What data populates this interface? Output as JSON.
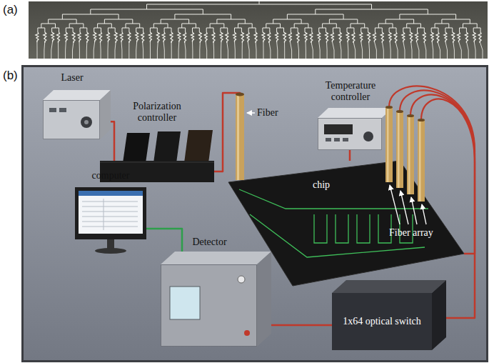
{
  "diagram": {
    "nodes": [
      {
        "text": [
          "Laser"
        ]
      },
      {
        "text": [
          "Polarization controller"
        ]
      },
      {
        "text": [
          "Temperature controller"
        ]
      },
      {
        "text": [
          "chip"
        ]
      },
      {
        "text": [
          "computer"
        ]
      },
      {
        "text": [
          "Detector"
        ]
      },
      {
        "text": [
          "1x64 optical switch"
        ]
      }
    ],
    "edges": [
      {
        "from": 0,
        "to": 1,
        "arrow": "none"
      },
      {
        "from": 1,
        "to": 3,
        "arrow": "none"
      },
      {
        "from": 2,
        "to": 3,
        "arrow": "none"
      },
      {
        "from": 3,
        "to": 6,
        "arrow": "none"
      },
      {
        "from": 6,
        "to": 5,
        "arrow": "none"
      },
      {
        "from": 5,
        "to": 4,
        "arrow": "none"
      }
    ],
    "labels": [
      "(a)",
      "(b)",
      "Fiber",
      "Fiber array"
    ]
  }
}
